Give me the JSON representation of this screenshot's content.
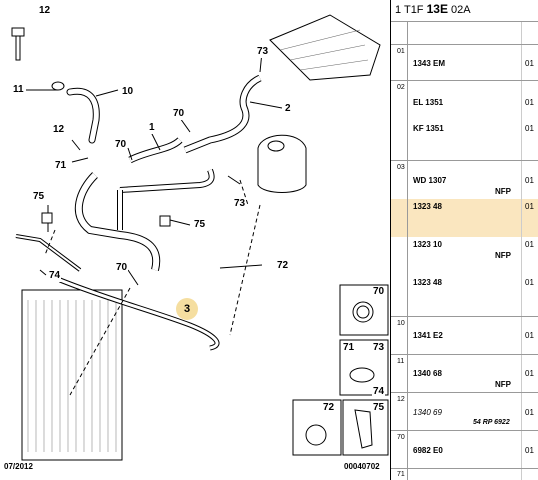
{
  "diagram": {
    "callouts": {
      "c12_top": "12",
      "c73_top": "73",
      "c11": "11",
      "c10": "10",
      "c2": "2",
      "c70_upper": "70",
      "c1": "1",
      "c12_mid": "12",
      "c70_mid": "70",
      "c71": "71",
      "c75_left": "75",
      "c73_right": "73",
      "c75_mid": "75",
      "c70_low": "70",
      "c72": "72",
      "c74": "74",
      "c3": "3"
    },
    "legend": {
      "b70": "70",
      "b71": "71",
      "b73": "73",
      "b74": "74",
      "b72": "72",
      "b75": "75"
    },
    "footer_left": "07/2012",
    "footer_right": "00040702"
  },
  "panel": {
    "ref_prefix": "1 T1F ",
    "ref_bold": "13E",
    "ref_suffix": " 02A",
    "groups": [
      {
        "num": "01",
        "parts": [
          {
            "code": "1343 EM",
            "qty": "01"
          }
        ]
      },
      {
        "num": "02",
        "parts": [
          {
            "code": "EL 1351",
            "qty": "01"
          },
          {
            "code": "KF 1351",
            "qty": "01"
          }
        ]
      },
      {
        "num": "03",
        "parts": [
          {
            "code": "WD 1307",
            "qty": "01",
            "note": "NFP"
          },
          {
            "code": "1323 48",
            "qty": "01"
          },
          {
            "code": "1323 10",
            "qty": "01",
            "note": "NFP"
          },
          {
            "code": "1323 48",
            "qty": "01"
          }
        ]
      },
      {
        "num": "10",
        "parts": [
          {
            "code": "1341 E2",
            "qty": "01"
          }
        ]
      },
      {
        "num": "11",
        "parts": [
          {
            "code": "1340 68",
            "qty": "01",
            "note": "NFP"
          }
        ]
      },
      {
        "num": "12",
        "parts": [
          {
            "code": "1340 69",
            "qty": "01",
            "rp": "54 RP 6922"
          }
        ]
      },
      {
        "num": "70",
        "parts": [
          {
            "code": "6982 E0",
            "qty": "01"
          }
        ]
      },
      {
        "num": "71",
        "parts": []
      }
    ]
  },
  "colors": {
    "highlight": "#fae6bf",
    "callout3": "#f5dea0"
  }
}
